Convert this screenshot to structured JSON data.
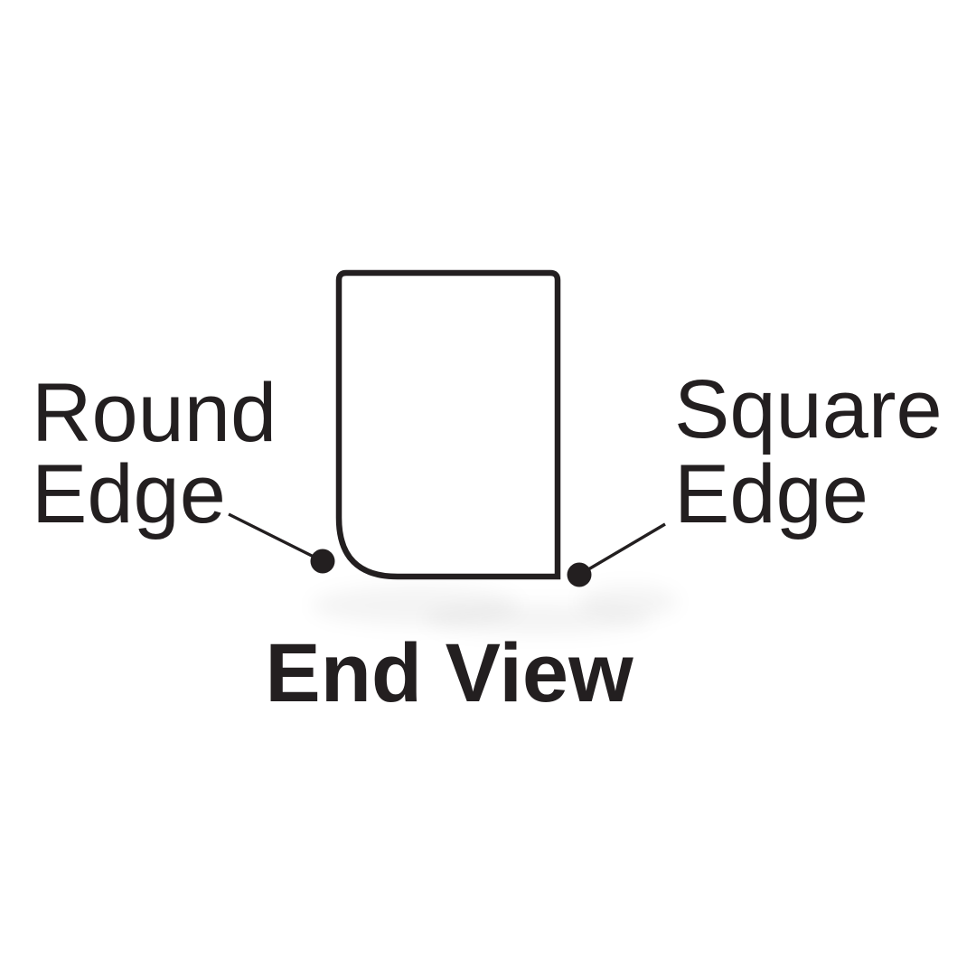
{
  "page": {
    "background": "#ffffff"
  },
  "diagram": {
    "title": "End View",
    "labels": {
      "round_edge": {
        "line1": "Round",
        "line2": "Edge"
      },
      "square_edge": {
        "line1": "Square",
        "line2": "Edge"
      }
    },
    "colors": {
      "ink": "#231f20",
      "background": "#ffffff"
    }
  }
}
